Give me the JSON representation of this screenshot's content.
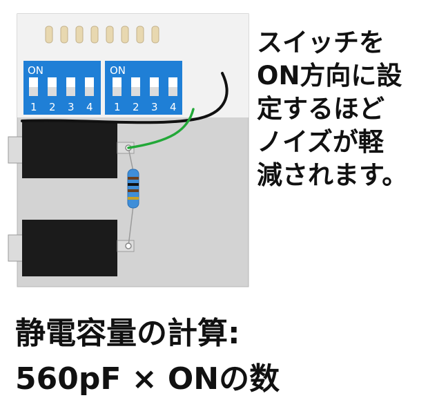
{
  "dip_switches": [
    {
      "label": "ON",
      "numbers": [
        "1",
        "2",
        "3",
        "4"
      ]
    },
    {
      "label": "ON",
      "numbers": [
        "1",
        "2",
        "3",
        "4"
      ]
    }
  ],
  "instruction": {
    "lines": [
      "スイッチを",
      "ON方向に設",
      "定するほど",
      "ノイズが軽",
      "減されます。"
    ]
  },
  "formula": {
    "title": "静電容量の計算:",
    "expression": "560pF × ONの数"
  },
  "colors": {
    "dip_blue": "#1f7fd6",
    "wire_green": "#22a838",
    "wire_black": "#111111",
    "pcb_top": "#f2f2f2",
    "pcb_bottom": "#d3d3d3",
    "pickup_black": "#1b1b1b"
  }
}
